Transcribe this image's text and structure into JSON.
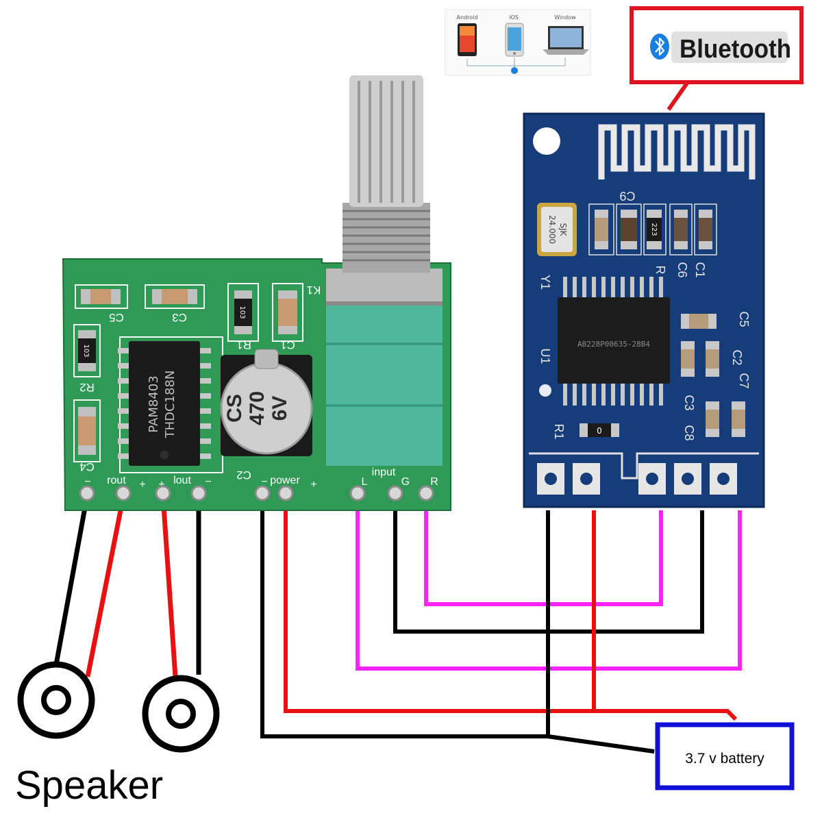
{
  "bluetooth_label": "Bluetooth",
  "devices": [
    {
      "name": "Android"
    },
    {
      "name": "IOS"
    },
    {
      "name": "Window"
    }
  ],
  "battery_label": "3.7 v battery",
  "speaker_label": "Speaker",
  "amp_board": {
    "chip_line1": "PAM8403",
    "chip_line2": "THDC188N",
    "cap_line1": "CS",
    "cap_line2": "470",
    "cap_line3": "6V",
    "labels": {
      "c5": "C5",
      "c3": "C3",
      "r1": "R1",
      "c1": "C1",
      "r2": "R2",
      "c4": "C4",
      "c2": "C2",
      "k1": "K1",
      "res1": "103",
      "res2": "103",
      "rout": "rout",
      "lout": "lout",
      "power": "power",
      "input": "input",
      "l": "L",
      "g": "G",
      "r": "R",
      "minus": "−",
      "plus": "+"
    }
  },
  "bt_board": {
    "chip_text": "AB228P00635-28B4",
    "crystal_line1": "SJK",
    "crystal_line2": "24.000",
    "res_223": "223",
    "labels": {
      "c9": "C9",
      "c1": "C1",
      "c6": "C6",
      "r": "R",
      "c5": "C5",
      "c2": "C2",
      "c7": "C7",
      "c3": "C3",
      "c8": "C8",
      "u1": "U1",
      "y1": "Y1",
      "r1": "R1",
      "zero": "0"
    }
  },
  "colors": {
    "amp_green": "#2f9a55",
    "bt_blue": "#173c7a",
    "wire_red": "#e81010",
    "wire_magenta": "#ff22ff",
    "wire_black": "#000000",
    "bluetooth_box": "#e0141e",
    "battery_box": "#1010d8",
    "bluetooth_icon": "#1a7de0",
    "knob_green": "#4fb89a"
  }
}
